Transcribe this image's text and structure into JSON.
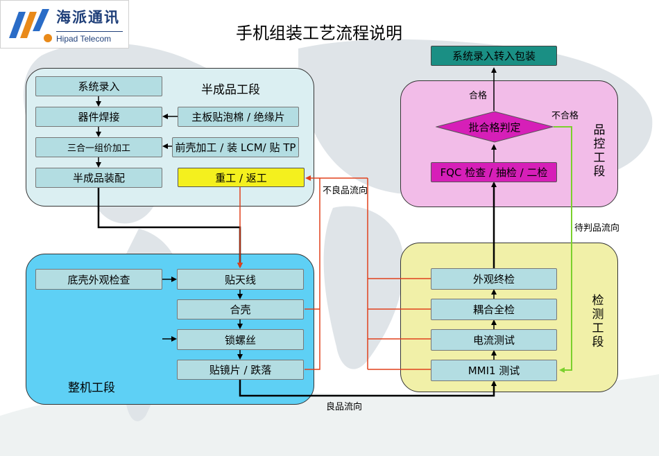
{
  "brand": {
    "name_cn": "海派通讯",
    "name_en": "Hipad Telecom"
  },
  "title": "手机组装工艺流程说明",
  "stages": {
    "semi": "半成品工段",
    "whole": "整机工段",
    "qc": "品控工段",
    "test": "检测工段"
  },
  "boxes": {
    "sys_entry": "系统录入",
    "soldering": "器件焊接",
    "three_in_one": "三合一组价加工",
    "semi_assembly": "半成品装配",
    "board_foam": "主板贴泡棉 / 绝缘片",
    "front_shell": "前壳加工 / 装 LCM/ 贴 TP",
    "rework": "重工 / 返工",
    "bottom_shell": "底壳外观检查",
    "antenna": "贴天线",
    "close_shell": "合壳",
    "screw": "锁螺丝",
    "lens_drop": "贴镜片 / 跌落",
    "final_visual": "外观终检",
    "coupling": "耦合全检",
    "current_test": "电流测试",
    "mmi_test": "MMI1 测试",
    "fqc": "FQC 检查 / 抽检 / 二检",
    "batch_judge": "批合格判定",
    "sys_pack": "系统录入转入包装"
  },
  "flow_labels": {
    "defect": "不良品流向",
    "good": "良品流向",
    "pending": "待判品流向",
    "pass": "合格",
    "fail": "不合格"
  },
  "colors": {
    "rework_line": "#e0401c",
    "pending_line": "#7bd02c",
    "main_line": "#000000"
  }
}
